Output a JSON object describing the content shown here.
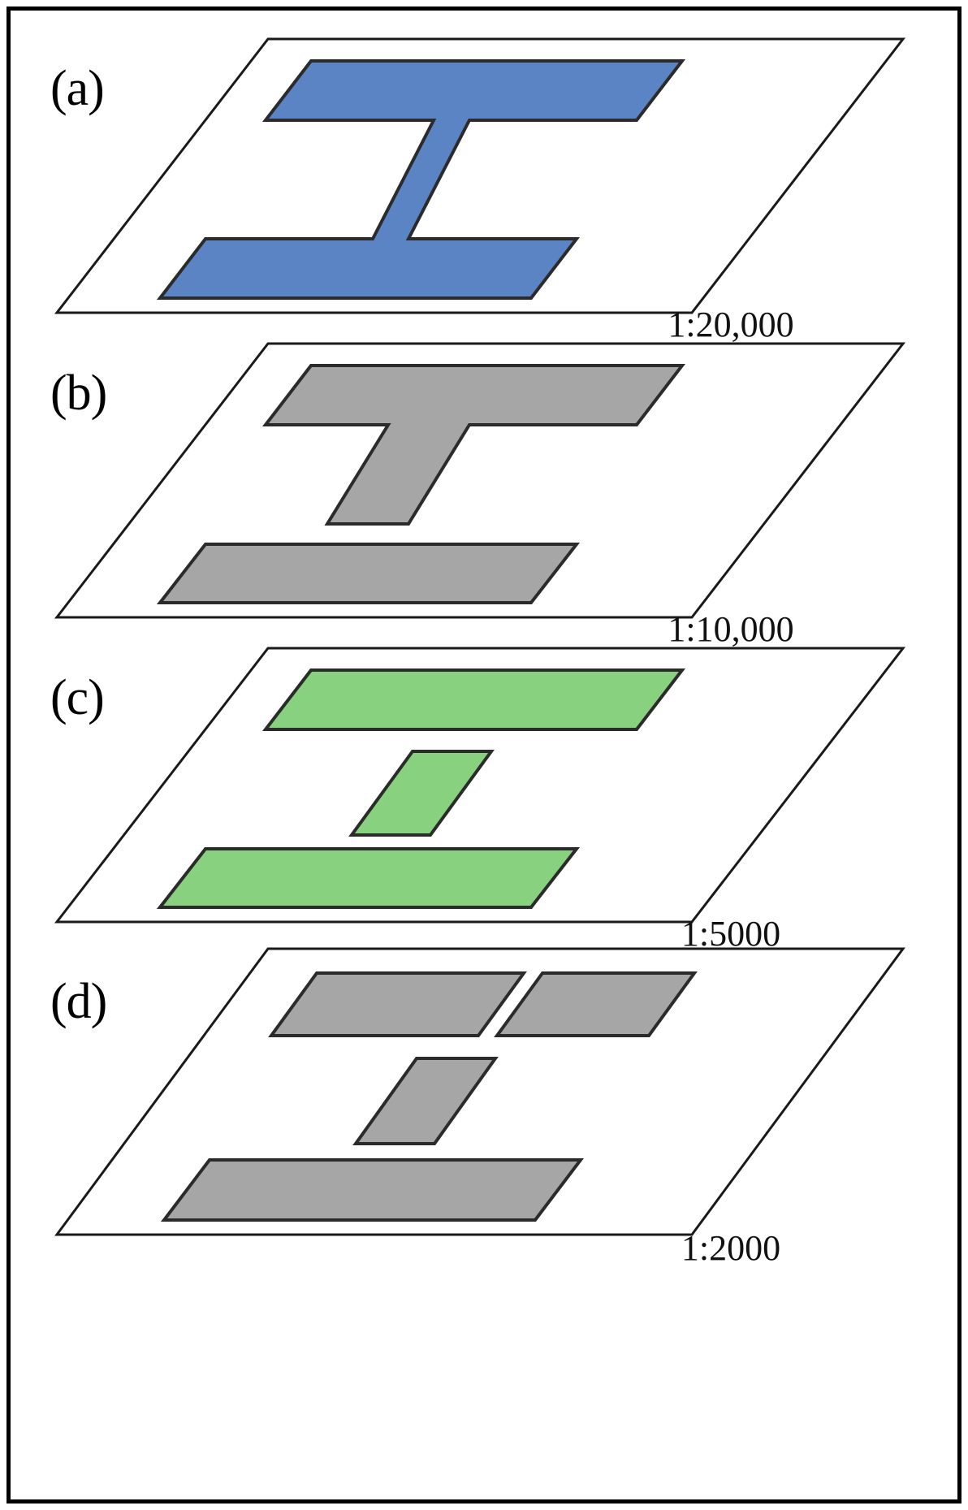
{
  "figure": {
    "title": "Cartographic generalization of a building footprint across map scales",
    "background_color": "#ffffff",
    "frame_color": "#000000",
    "panel_count": 4
  },
  "palette": {
    "blue_fill": "#5B84C4",
    "green_fill": "#88D17F",
    "gray_fill": "#A6A6A6",
    "outline": "#2B2B2B",
    "plane_outline": "#1A1A1A",
    "text": "#111111"
  },
  "panels": [
    {
      "id": "panel-a",
      "letter": "(a)",
      "scale": "1:20,000",
      "fill_color": "#5B84C4",
      "shape_name": "i-shape-single-polygon",
      "shape_description": "One connected I-shaped (H-rotated) polygon: top bar, vertical stem, bottom bar all merged",
      "feature_count": 1
    },
    {
      "id": "panel-b",
      "letter": "(b)",
      "scale": "1:10,000",
      "fill_color": "#A6A6A6",
      "shape_name": "t-shape-plus-bar",
      "shape_description": "A T-shaped polygon (top bar plus vertical stem) and a separate detached bottom bar",
      "feature_count": 2
    },
    {
      "id": "panel-c",
      "letter": "(c)",
      "scale": "1:5000",
      "fill_color": "#88D17F",
      "shape_name": "three-separate-bars",
      "shape_description": "Three separate parallelograms: top bar, short middle stem, bottom bar",
      "feature_count": 3
    },
    {
      "id": "panel-d",
      "letter": "(d)",
      "scale": "1:2000",
      "fill_color": "#A6A6A6",
      "shape_name": "four-separate-bars",
      "shape_description": "Four separate parallelograms: top bar split into two, short middle stem, bottom bar",
      "feature_count": 4
    }
  ],
  "chart_data": {
    "type": "diagram",
    "title": "Map generalization across four scale levels",
    "categories": [
      "(a)",
      "(b)",
      "(c)",
      "(d)"
    ],
    "scales": [
      "1:20,000",
      "1:10,000",
      "1:5000",
      "1:2000"
    ],
    "scale_denominators": [
      20000,
      10000,
      5000,
      2000
    ],
    "feature_counts": [
      1,
      2,
      3,
      4
    ],
    "fill_colors": [
      "#5B84C4",
      "#A6A6A6",
      "#88D17F",
      "#A6A6A6"
    ],
    "xlabel": "",
    "ylabel": "",
    "legend": []
  }
}
